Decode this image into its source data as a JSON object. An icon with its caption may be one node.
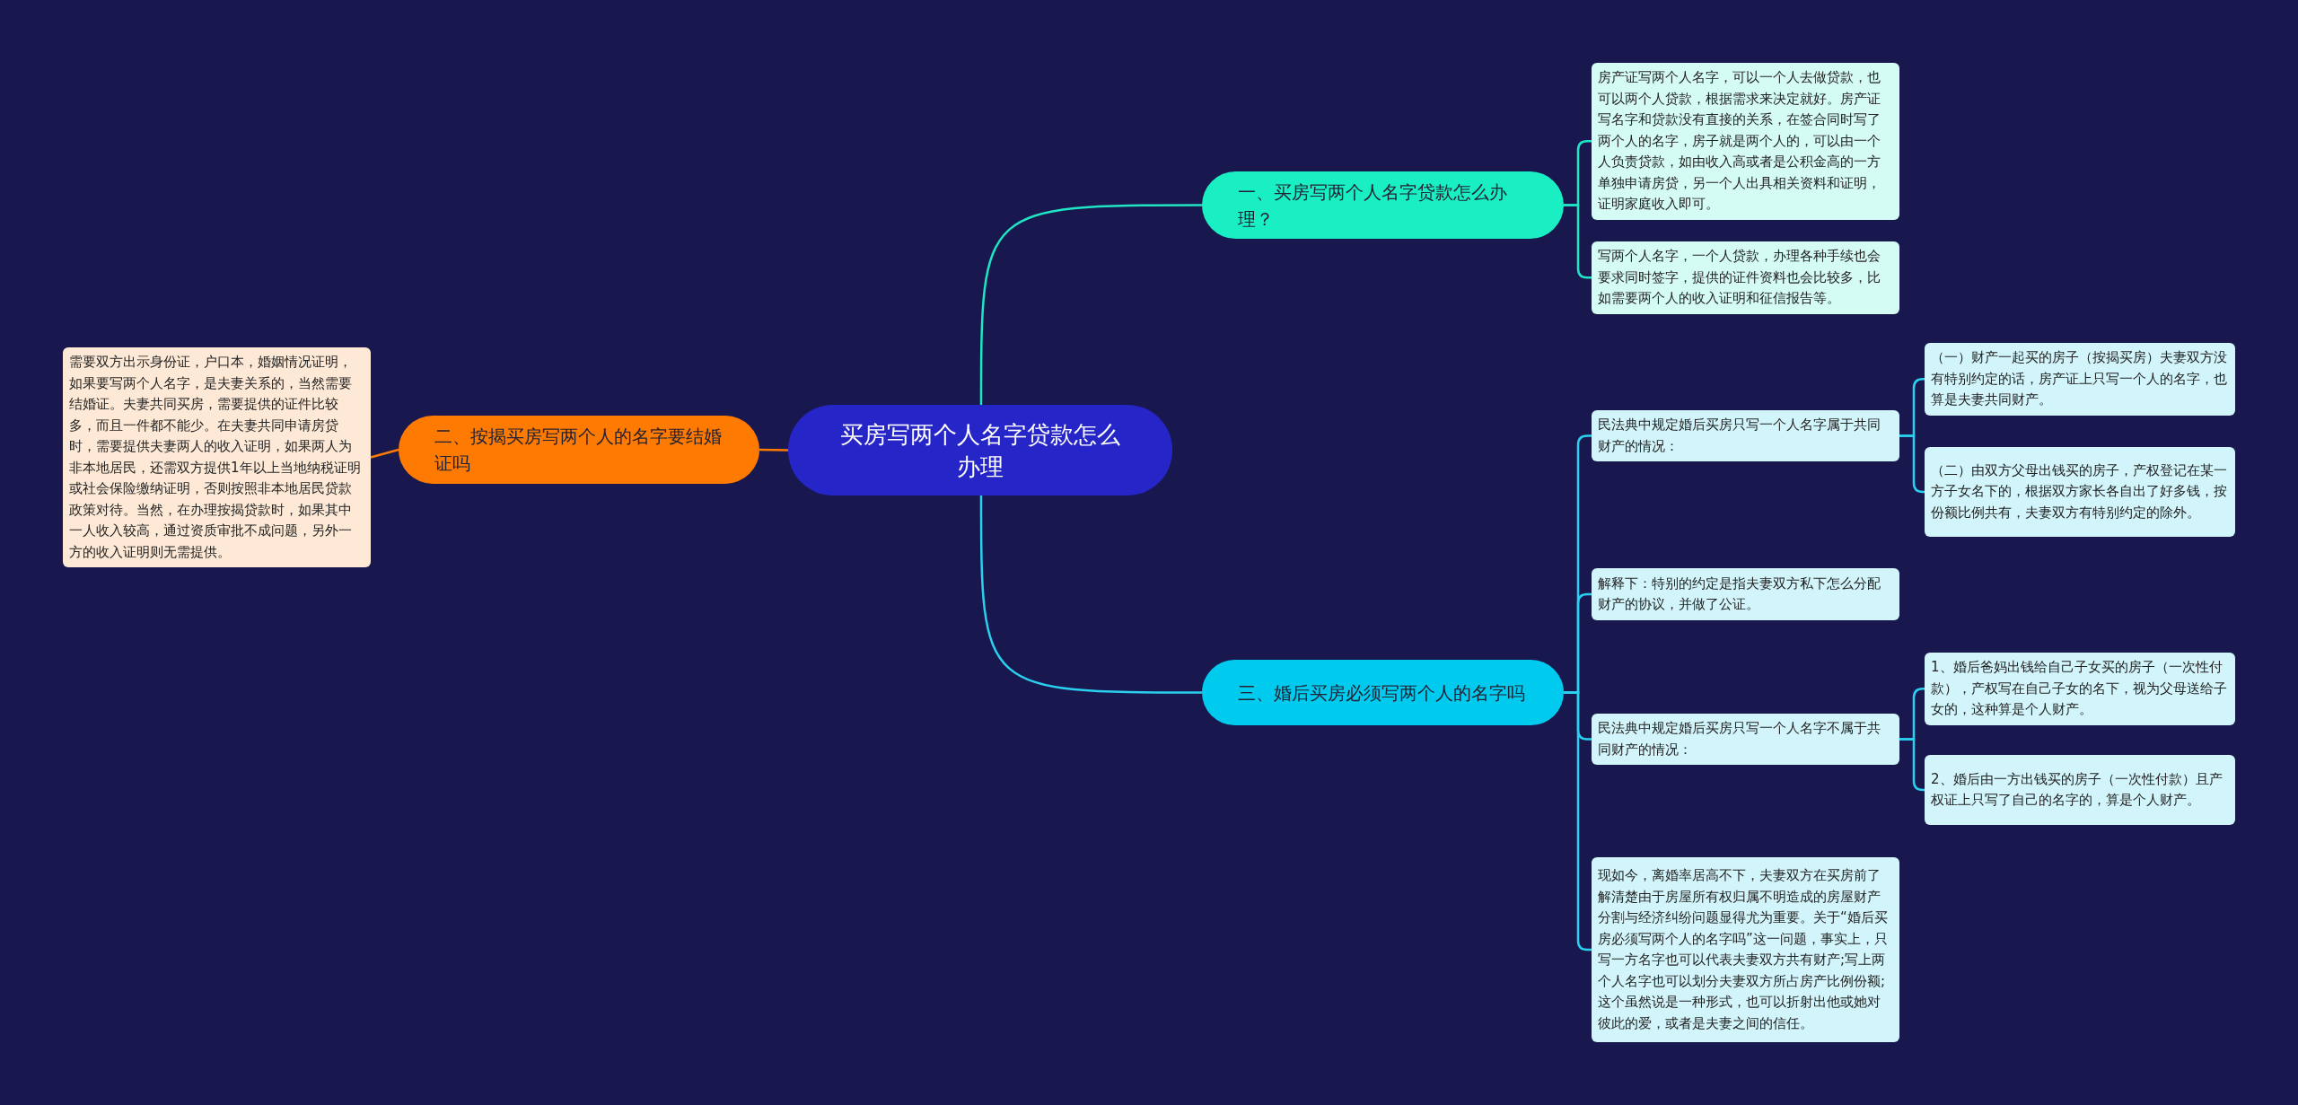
{
  "diagram": {
    "nodes": [
      {
        "text": [
          "买房写两个人名字贷款怎么办理"
        ]
      },
      {
        "text": [
          "一、买房写两个人名字贷款怎么办理？"
        ]
      },
      {
        "text": [
          "房产证写两个人名字，可以一个人去做贷款，也可以两个人贷款，根据需求来决定就好。房产证写名字和贷款没有直接的关系，在签合同时写了两个人的名字，房子就是两个人的，可以由一个人负责贷款，如由收入高或者是公积金高的一方单独申请房贷，另一个人出具相关资料和证明，证明家庭收入即可。"
        ]
      },
      {
        "text": [
          "写两个人名字，一个人贷款，办理各种手续也会要求同时签字，提供的证件资料也会比较多，比如需要两个人的收入证明和征信报告等。"
        ]
      },
      {
        "text": [
          "二、按揭买房写两个人的名字要结婚证吗"
        ]
      },
      {
        "text": [
          "需要双方出示身份证，户口本，婚姻情况证明，如果要写两个人名字，是夫妻关系的，当然需要结婚证。夫妻共同买房，需要提供的证件比较多，而且一件都不能少。在夫妻共同申请房贷时，需要提供夫妻两人的收入证明，如果两人为非本地居民，还需双方提供1年以上当地纳税证明或社会保险缴纳证明，否则按照非本地居民贷款政策对待。当然，在办理按揭贷款时，如果其中一人收入较高，通过资质审批不成问题，另外一方的收入证明则无需提供。"
        ]
      },
      {
        "text": [
          "三、婚后买房必须写两个人的名字吗"
        ]
      },
      {
        "text": [
          "民法典中规定婚后买房只写一个人名字属于共同财产的情况："
        ]
      },
      {
        "text": [
          "（一）财产一起买的房子（按揭买房）夫妻双方没有特别约定的话，房产证上只写一个人的名字，也算是夫妻共同财产。"
        ]
      },
      {
        "text": [
          "（二）由双方父母出钱买的房子，产权登记在某一方子女名下的，根据双方家长各自出了好多钱，按份额比例共有，夫妻双方有特别约定的除外。"
        ]
      },
      {
        "text": [
          "解释下：特别的约定是指夫妻双方私下怎么分配财产的协议，并做了公证。"
        ]
      },
      {
        "text": [
          "民法典中规定婚后买房只写一个人名字不属于共同财产的情况："
        ]
      },
      {
        "text": [
          "1、婚后爸妈出钱给自己子女买的房子（一次性付款），产权写在自己子女的名下，视为父母送给子女的，这种算是个人财产。"
        ]
      },
      {
        "text": [
          "2、婚后由一方出钱买的房子（一次性付款）且产权证上只写了自己的名字的，算是个人财产。"
        ]
      },
      {
        "text": [
          "现如今，离婚率居高不下，夫妻双方在买房前了解清楚由于房屋所有权归属不明造成的房屋财产分割与经济纠纷问题显得尤为重要。关于“婚后买房必须写两个人的名字吗”这一问题，事实上，只写一方名字也可以代表夫妻双方共有财产;写上两个人名字也可以划分夫妻双方所占房产比例份额;这个虽然说是一种形式，也可以折射出他或她对彼此的爱，或者是夫妻之间的信任。"
        ]
      }
    ],
    "edges": [
      {
        "from": 0,
        "to": 1,
        "arrow": "none",
        "color": "#1fe5c4"
      },
      {
        "from": 1,
        "to": 2,
        "arrow": "none",
        "color": "#1fe5c4"
      },
      {
        "from": 1,
        "to": 3,
        "arrow": "none",
        "color": "#1fe5c4"
      },
      {
        "from": 0,
        "to": 4,
        "arrow": "none",
        "color": "#ff7a00"
      },
      {
        "from": 4,
        "to": 5,
        "arrow": "none",
        "color": "#ff7a00"
      },
      {
        "from": 0,
        "to": 6,
        "arrow": "none"
      },
      {
        "from": 6,
        "to": 7,
        "arrow": "none"
      },
      {
        "from": 7,
        "to": 8,
        "arrow": "none"
      },
      {
        "from": 7,
        "to": 9,
        "arrow": "none"
      },
      {
        "from": 6,
        "to": 10,
        "arrow": "none"
      },
      {
        "from": 6,
        "to": 11,
        "arrow": "none"
      },
      {
        "from": 11,
        "to": 12,
        "arrow": "none"
      },
      {
        "from": 11,
        "to": 13,
        "arrow": "none"
      },
      {
        "from": 6,
        "to": 14,
        "arrow": "none"
      }
    ]
  }
}
